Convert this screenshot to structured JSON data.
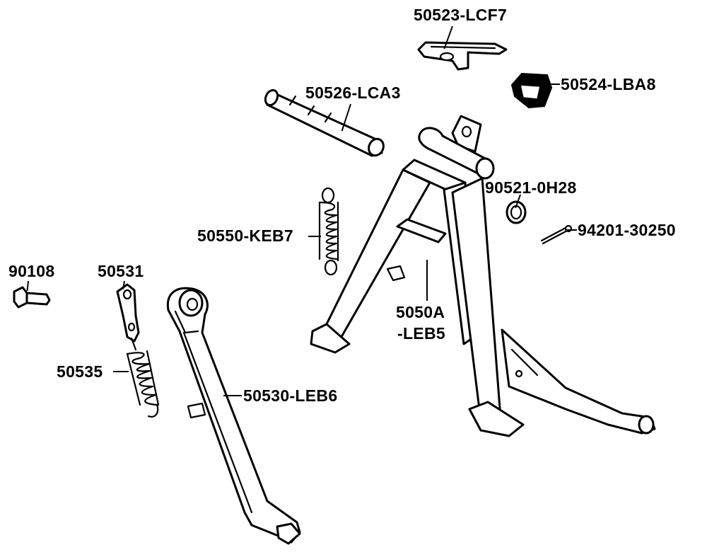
{
  "parts": {
    "p50523": {
      "label": "50523-LCF7",
      "icon": "lever-bracket-icon"
    },
    "p50524": {
      "label": "50524-LBA8",
      "icon": "rubber-stopper-icon"
    },
    "p50526": {
      "label": "50526-LCA3",
      "icon": "pivot-shaft-icon"
    },
    "p90521": {
      "label": "90521-0H28",
      "icon": "washer-icon"
    },
    "p94201": {
      "label": "94201-30250",
      "icon": "cotter-pin-icon"
    },
    "p50550": {
      "label": "50550-KEB7",
      "icon": "spring-icon"
    },
    "p90108": {
      "label": "90108",
      "icon": "bolt-icon"
    },
    "p50531": {
      "label": "50531",
      "icon": "spring-hook-plate-icon"
    },
    "p50535": {
      "label": "50535",
      "icon": "spring-icon"
    },
    "p50530": {
      "label": "50530-LEB6",
      "icon": "side-stand-icon"
    },
    "p5050A": {
      "label_line1": "5050A",
      "label_line2": "-LEB5",
      "icon": "main-stand-icon"
    }
  },
  "colors": {
    "ink": "#000000",
    "paper": "#ffffff"
  }
}
